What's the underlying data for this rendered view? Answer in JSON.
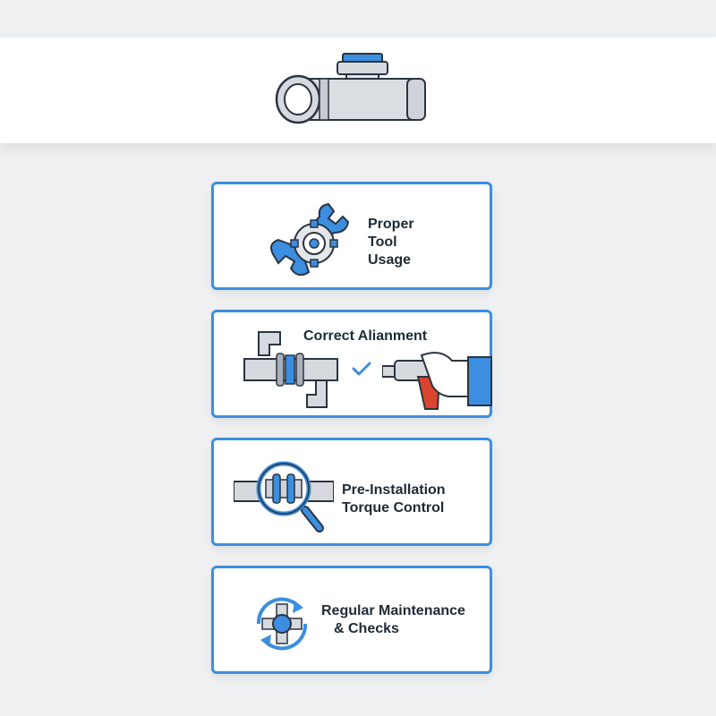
{
  "header": {
    "icon": "pipe-tee-icon"
  },
  "cards": [
    {
      "label_line1": "Proper",
      "label_line2": "Tool",
      "label_line3": "Usage",
      "icon": "wrench-gear-icon"
    },
    {
      "label": "Correct Alianment",
      "icon": "pipe-alignment-icon",
      "check_icon": "check-icon",
      "tool_icon": "torque-gun-hand-icon"
    },
    {
      "label_line1": "Pre-Installation",
      "label_line2": "Torque Control",
      "icon": "magnifier-pipe-icon"
    },
    {
      "label_line1": "Regular Maintenance",
      "label_line2": "& Checks",
      "icon": "refresh-valve-icon"
    }
  ],
  "colors": {
    "accent": "#3b8ee0",
    "text": "#1f2a36",
    "grip": "#d9452e",
    "pipe": "#d6d9de"
  }
}
